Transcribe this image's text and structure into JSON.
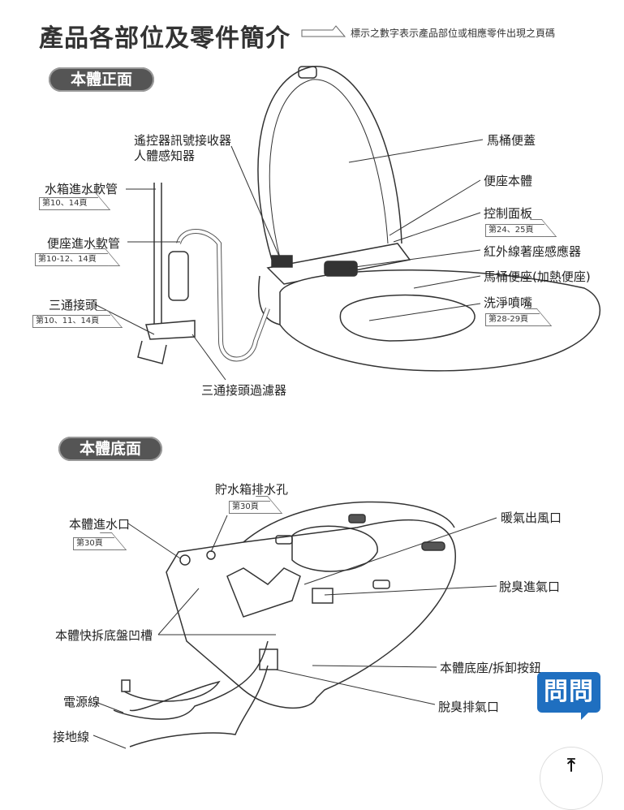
{
  "header": {
    "title": "產品各部位及零件簡介",
    "legend_text": "標示之數字表示產品部位或相應零件出現之頁碼"
  },
  "front_section": {
    "label": "本體正面",
    "parts": {
      "remote_receiver": "遙控器訊號接收器",
      "body_sensor": "人體感知器",
      "tank_hose": {
        "name": "水箱進水軟管",
        "pages": "第10、14頁"
      },
      "seat_hose": {
        "name": "便座進水軟管",
        "pages": "第10-12、14頁"
      },
      "tee_joint": {
        "name": "三通接頭",
        "pages": "第10、11、14頁"
      },
      "tee_filter": "三通接頭過濾器",
      "lid": "馬桶便蓋",
      "seat_body": "便座本體",
      "control_panel": {
        "name": "控制面板",
        "pages": "第24、25頁"
      },
      "ir_sensor": "紅外線著座感應器",
      "seat": "馬桶便座(加熱便座)",
      "nozzle": {
        "name": "洗淨噴嘴",
        "pages": "第28-29頁"
      }
    }
  },
  "bottom_section": {
    "label": "本體底面",
    "parts": {
      "tank_drain": {
        "name": "貯水箱排水孔",
        "pages": "第30頁"
      },
      "water_inlet": {
        "name": "本體進水口",
        "pages": "第30頁"
      },
      "warm_air_outlet": "暖氣出風口",
      "deodor_inlet": "脫臭進氣口",
      "base_groove": "本體快拆底盤凹槽",
      "release_button": "本體底座/拆卸按鈕",
      "deodor_outlet": "脫臭排氣口",
      "power_cord": "電源線",
      "ground_wire": "接地線"
    }
  },
  "overlay": {
    "ask_badge": "問問",
    "scroll_top_icon": "arrow-to-top-icon"
  },
  "colors": {
    "badge_blue": "#1f6fc0",
    "pill_gray": "#555555"
  }
}
